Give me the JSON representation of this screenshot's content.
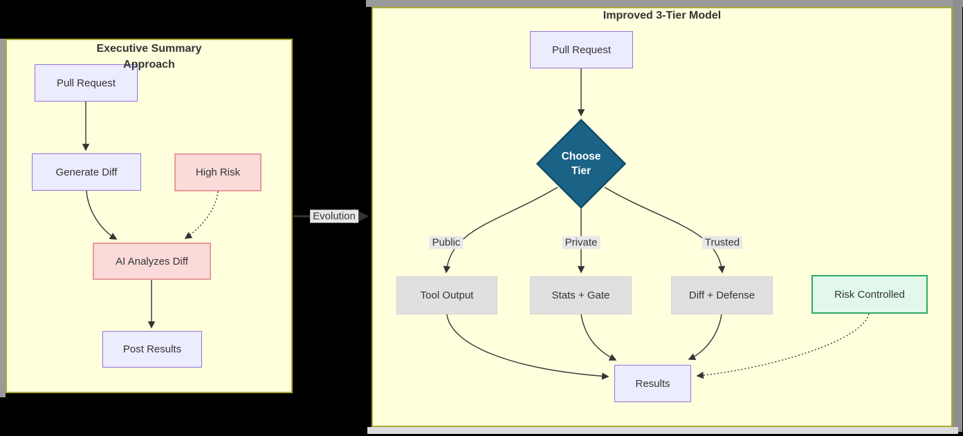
{
  "left_panel": {
    "title_line1": "Executive Summary",
    "title_line2": "Approach",
    "nodes": {
      "pull_request": "Pull Request",
      "generate_diff": "Generate Diff",
      "high_risk": "High Risk",
      "ai_analyzes_diff": "AI Analyzes Diff",
      "post_results": "Post Results"
    }
  },
  "evolution": {
    "label": "Evolution"
  },
  "right_panel": {
    "title": "Improved 3-Tier Model",
    "nodes": {
      "pull_request": "Pull Request",
      "choose_tier_line1": "Choose",
      "choose_tier_line2": "Tier",
      "tool_output": "Tool Output",
      "stats_gate": "Stats + Gate",
      "diff_defense": "Diff + Defense",
      "risk_controlled": "Risk Controlled",
      "results": "Results"
    },
    "edge_labels": {
      "public": "Public",
      "private": "Private",
      "trusted": "Trusted"
    }
  },
  "colors": {
    "background": "#000000",
    "panel_fill": "#ffffde",
    "panel_border": "#aaaa33",
    "node_fill": "#ececff",
    "node_border": "#9370db",
    "risk_fill": "#fbdada",
    "risk_border": "#e89a9a",
    "tier_box_fill": "#e0e0e0",
    "green_fill": "#e2f8ec",
    "green_border": "#2bab62",
    "decision_fill": "#1a6286",
    "decision_border": "#10465f",
    "decision_text": "#ffffff",
    "edge_stroke": "#333333",
    "edge_label_bg": "#e8e8e8",
    "text": "#333333"
  }
}
